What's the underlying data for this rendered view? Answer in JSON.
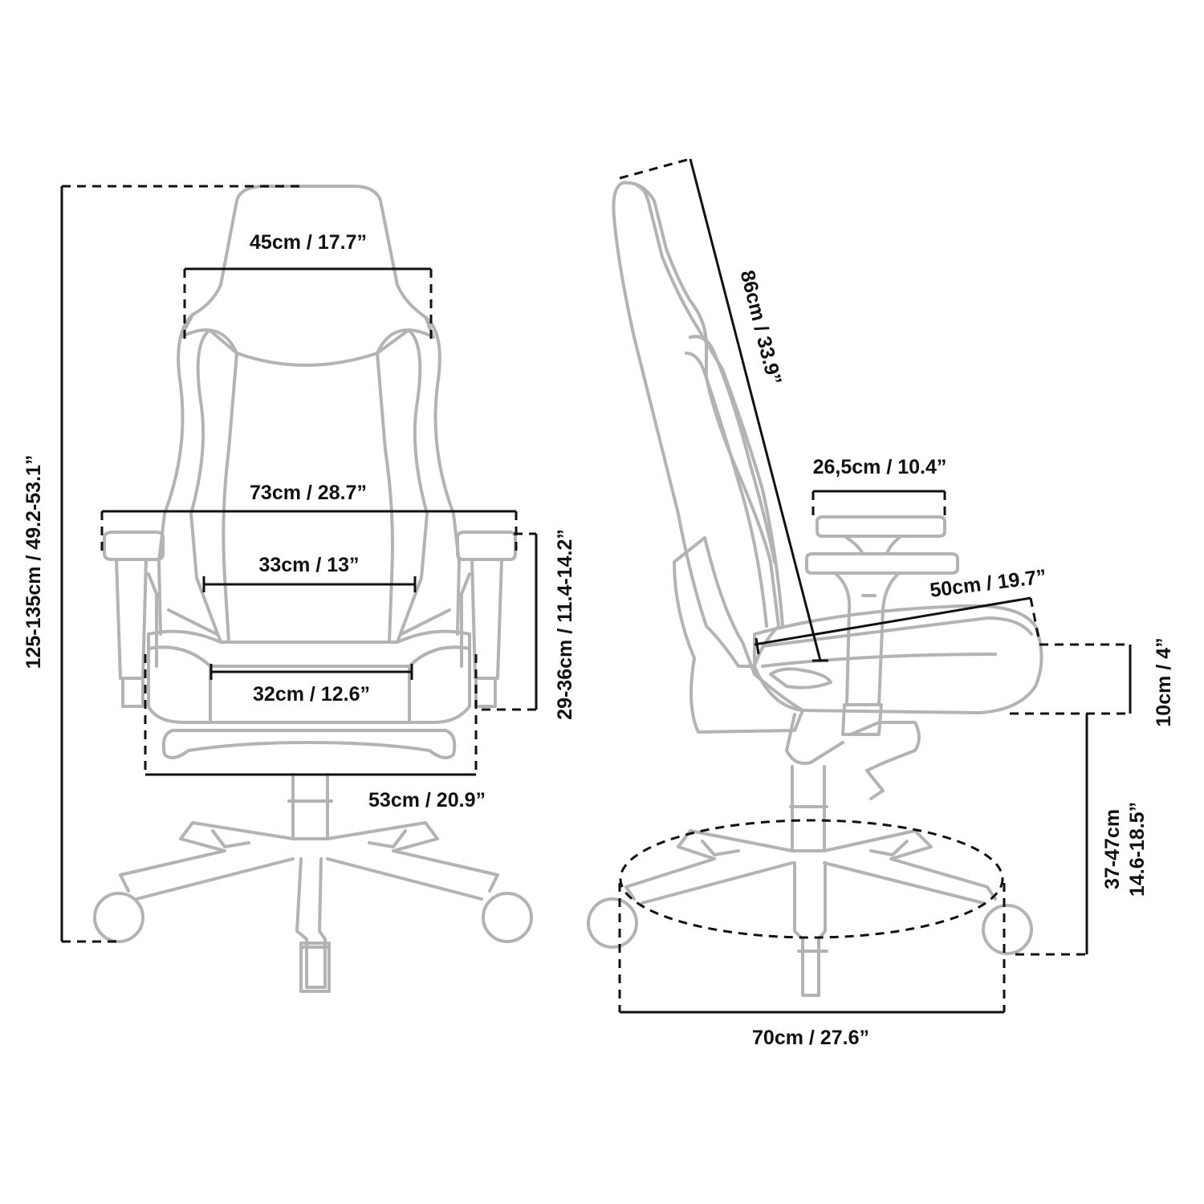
{
  "front_view": {
    "total_height": "125-135cm / 49.2-53.1”",
    "headrest_width": "45cm / 17.7”",
    "armrest_span": "73cm / 28.7”",
    "backrest_width": "33cm / 13”",
    "seat_width": "32cm / 12.6”",
    "base_seat_width": "53cm / 20.9”",
    "armrest_height": "29-36cm / 11.4-14.2”"
  },
  "side_view": {
    "backrest_height": "86cm / 33.9”",
    "armrest_length": "26,5cm / 10.4”",
    "seat_depth": "50cm / 19.7”",
    "seat_height_adjust": "10cm / 4”",
    "seat_height_cm": "37-47cm",
    "seat_height_in": "14.6-18.5”",
    "base_diameter": "70cm / 27.6”"
  },
  "colors": {
    "chair_outline": "#b3b3b3",
    "dimension_line": "#111111",
    "background": "#ffffff"
  }
}
